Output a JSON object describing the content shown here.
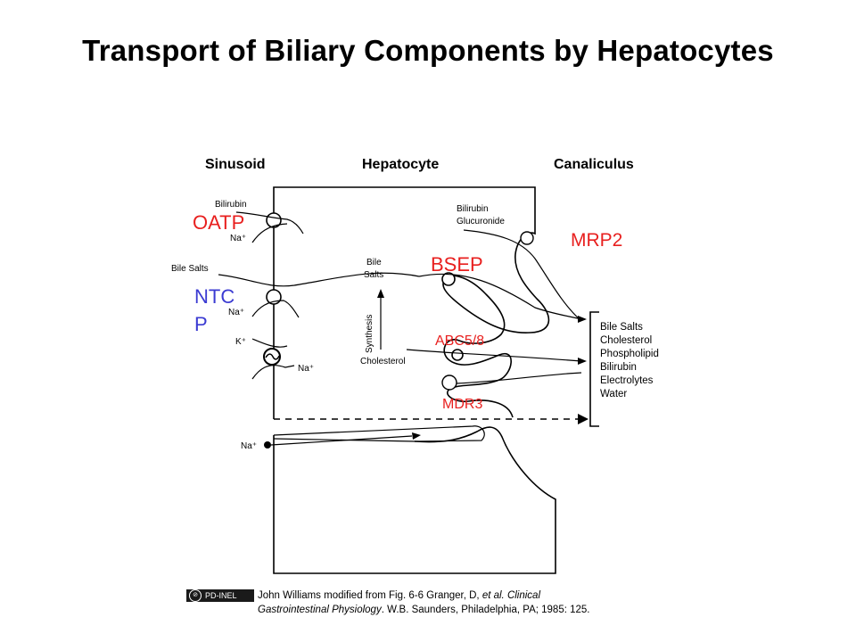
{
  "title": "Transport of Biliary Components by Hepatocytes",
  "headers": {
    "sinusoid": "Sinusoid",
    "hepatocyte": "Hepatocyte",
    "canaliculus": "Canaliculus"
  },
  "labels": {
    "bilirubin": "Bilirubin",
    "na_oatp": "Na⁺",
    "bile_salts_in": "Bile Salts",
    "na_ntcp": "Na⁺",
    "k": "K⁺",
    "na_pump": "Na⁺",
    "na_bottom": "Na⁺",
    "bile_salts_cell_1": "Bile",
    "bile_salts_cell_2": "Salts",
    "synthesis": "Synthesis",
    "cholesterol": "Cholesterol",
    "bilirubin_gluc_1": "Bilirubin",
    "bilirubin_gluc_2": "Glucuronide"
  },
  "transporters": {
    "oatp": "OATP",
    "ntcp_1": "NTC",
    "ntcp_2": "P",
    "bsep": "BSEP",
    "mrp2": "MRP2",
    "abc58": "ABC5/8",
    "mdr3": "MDR3"
  },
  "bile_components": [
    "Bile Salts",
    "Cholesterol",
    "Phospholipid",
    "Bilirubin",
    "Electrolytes",
    "Water"
  ],
  "credit": {
    "badge": "PD-INEL",
    "line1_plain": "John Williams modified from Fig. 6-6 Granger, D, ",
    "line1_italic": "et al. Clinical",
    "line2_italic": "Gastrointestinal Physiology",
    "line2_plain": ". W.B. Saunders, Philadelphia, PA; 1985:  125."
  },
  "colors": {
    "red_label": "#e8201f",
    "blue_label": "#3b3bd2"
  }
}
